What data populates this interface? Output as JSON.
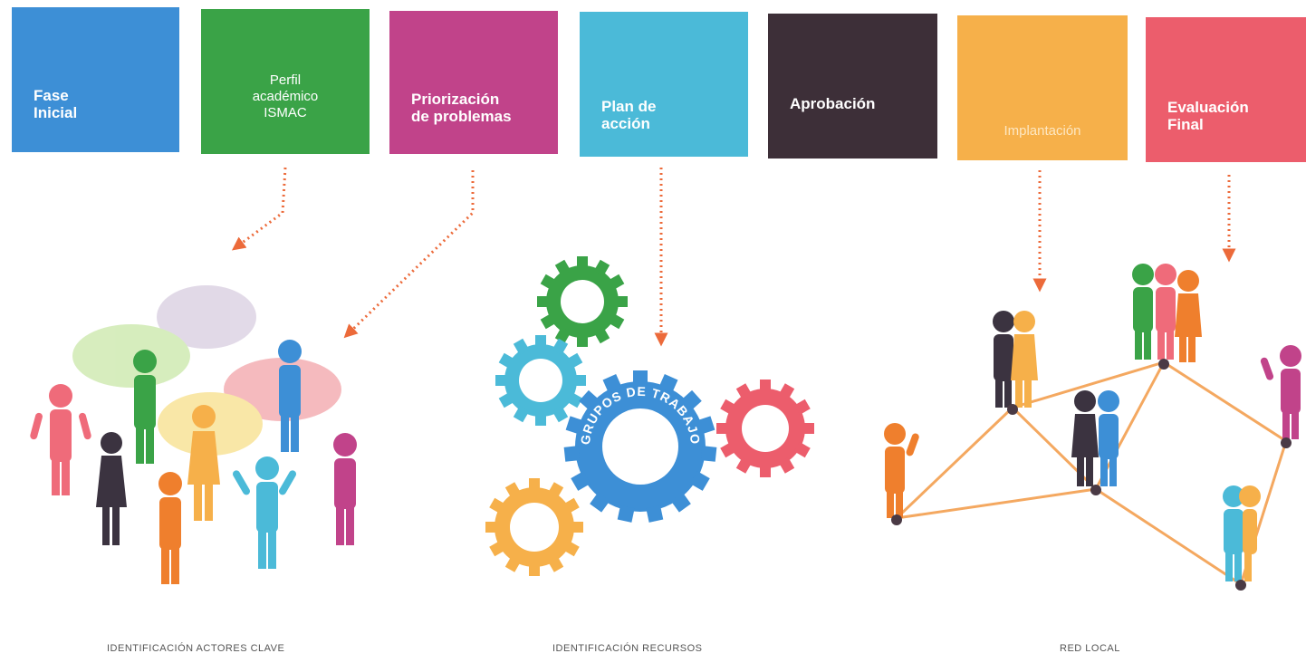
{
  "phases": [
    {
      "label": "Fase\nInicial",
      "color": "#3d8fd6"
    },
    {
      "label": "Perfil\nacadémico\nISMAC",
      "color": "#3aa347"
    },
    {
      "label": "Priorización\nde problemas",
      "color": "#c1438a"
    },
    {
      "label": "Plan de\nacción",
      "color": "#4bbad8"
    },
    {
      "label": "Aprobación",
      "color": "#3d2f38"
    },
    {
      "label": "Implantación",
      "color": "#f6b04a"
    },
    {
      "label": "Evaluación\nFinal",
      "color": "#ec5d6c"
    }
  ],
  "gear_label": "GRUPOS DE TRABAJO",
  "captions": {
    "actors": "IDENTIFICACIÓN ACTORES CLAVE",
    "resources": "IDENTIFICACIÓN RECURSOS",
    "network": "RED LOCAL"
  },
  "colors": {
    "arrow": "#ec6a3a",
    "network_line": "#f4a860"
  }
}
